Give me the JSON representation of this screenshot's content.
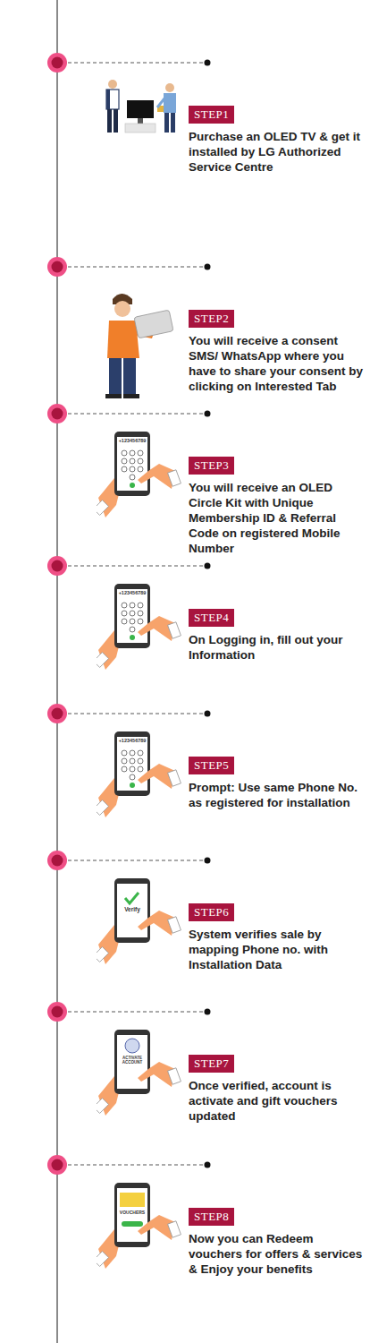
{
  "diagram": {
    "nodes": [
      {
        "text": [
          "STEP1",
          "Purchase an OLED TV & get it installed by LG Authorized Service Centre"
        ]
      },
      {
        "text": [
          "STEP2",
          "You will receive a consent SMS/ WhatsApp where you have to share your consent by clicking on Interested Tab"
        ]
      },
      {
        "text": [
          "STEP3",
          "You will receive an OLED Circle Kit with Unique Membership ID & Referral Code on registered Mobile Number"
        ]
      },
      {
        "text": [
          "STEP4",
          "On Logging in, fill out your Information"
        ]
      },
      {
        "text": [
          "STEP5",
          "Prompt: Use same Phone No. as registered for installation"
        ]
      },
      {
        "text": [
          "STEP6",
          "System verifies sale by mapping Phone no. with Installation Data"
        ]
      },
      {
        "text": [
          "STEP7",
          "Once verified, account is activate and gift vouchers updated"
        ]
      },
      {
        "text": [
          "STEP8",
          "Now you can Redeem vouchers for offers & services & Enjoy your benefits"
        ]
      }
    ],
    "labels": [
      "+123456789",
      "+123456789",
      "+123456789",
      "Verify",
      "ACTIVATE ACCOUNT",
      "VOUCHERS"
    ]
  }
}
